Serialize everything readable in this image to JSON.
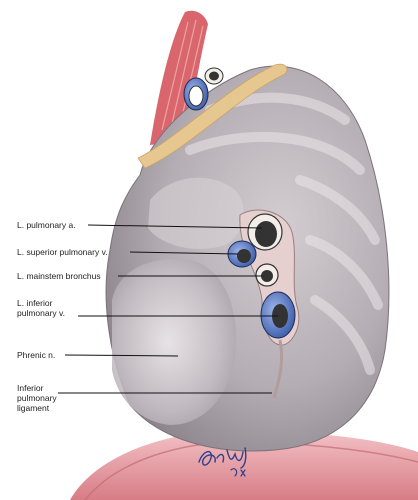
{
  "labels": {
    "pulmonary_artery": "L. pulmonary a.",
    "superior_pulmonary_vein": "L. superior pulmonary v.",
    "mainstem_bronchus": "L. mainstem bronchus",
    "inferior_pulmonary_vein": "L. inferior\npulmonary v.",
    "phrenic_nerve": "Phrenic n.",
    "inferior_pulmonary_ligament": "Inferior\npulmonary\nligament"
  },
  "signature": "Gary Wind MD",
  "colors": {
    "lung": "#b4adb3",
    "lung_shadow": "#8a8189",
    "rib_band": "#e6c78f",
    "vein": "#4f73c4",
    "muscle": "#d8666c",
    "diaphragm": "#e9a7ad",
    "leader_line": "#111111"
  }
}
